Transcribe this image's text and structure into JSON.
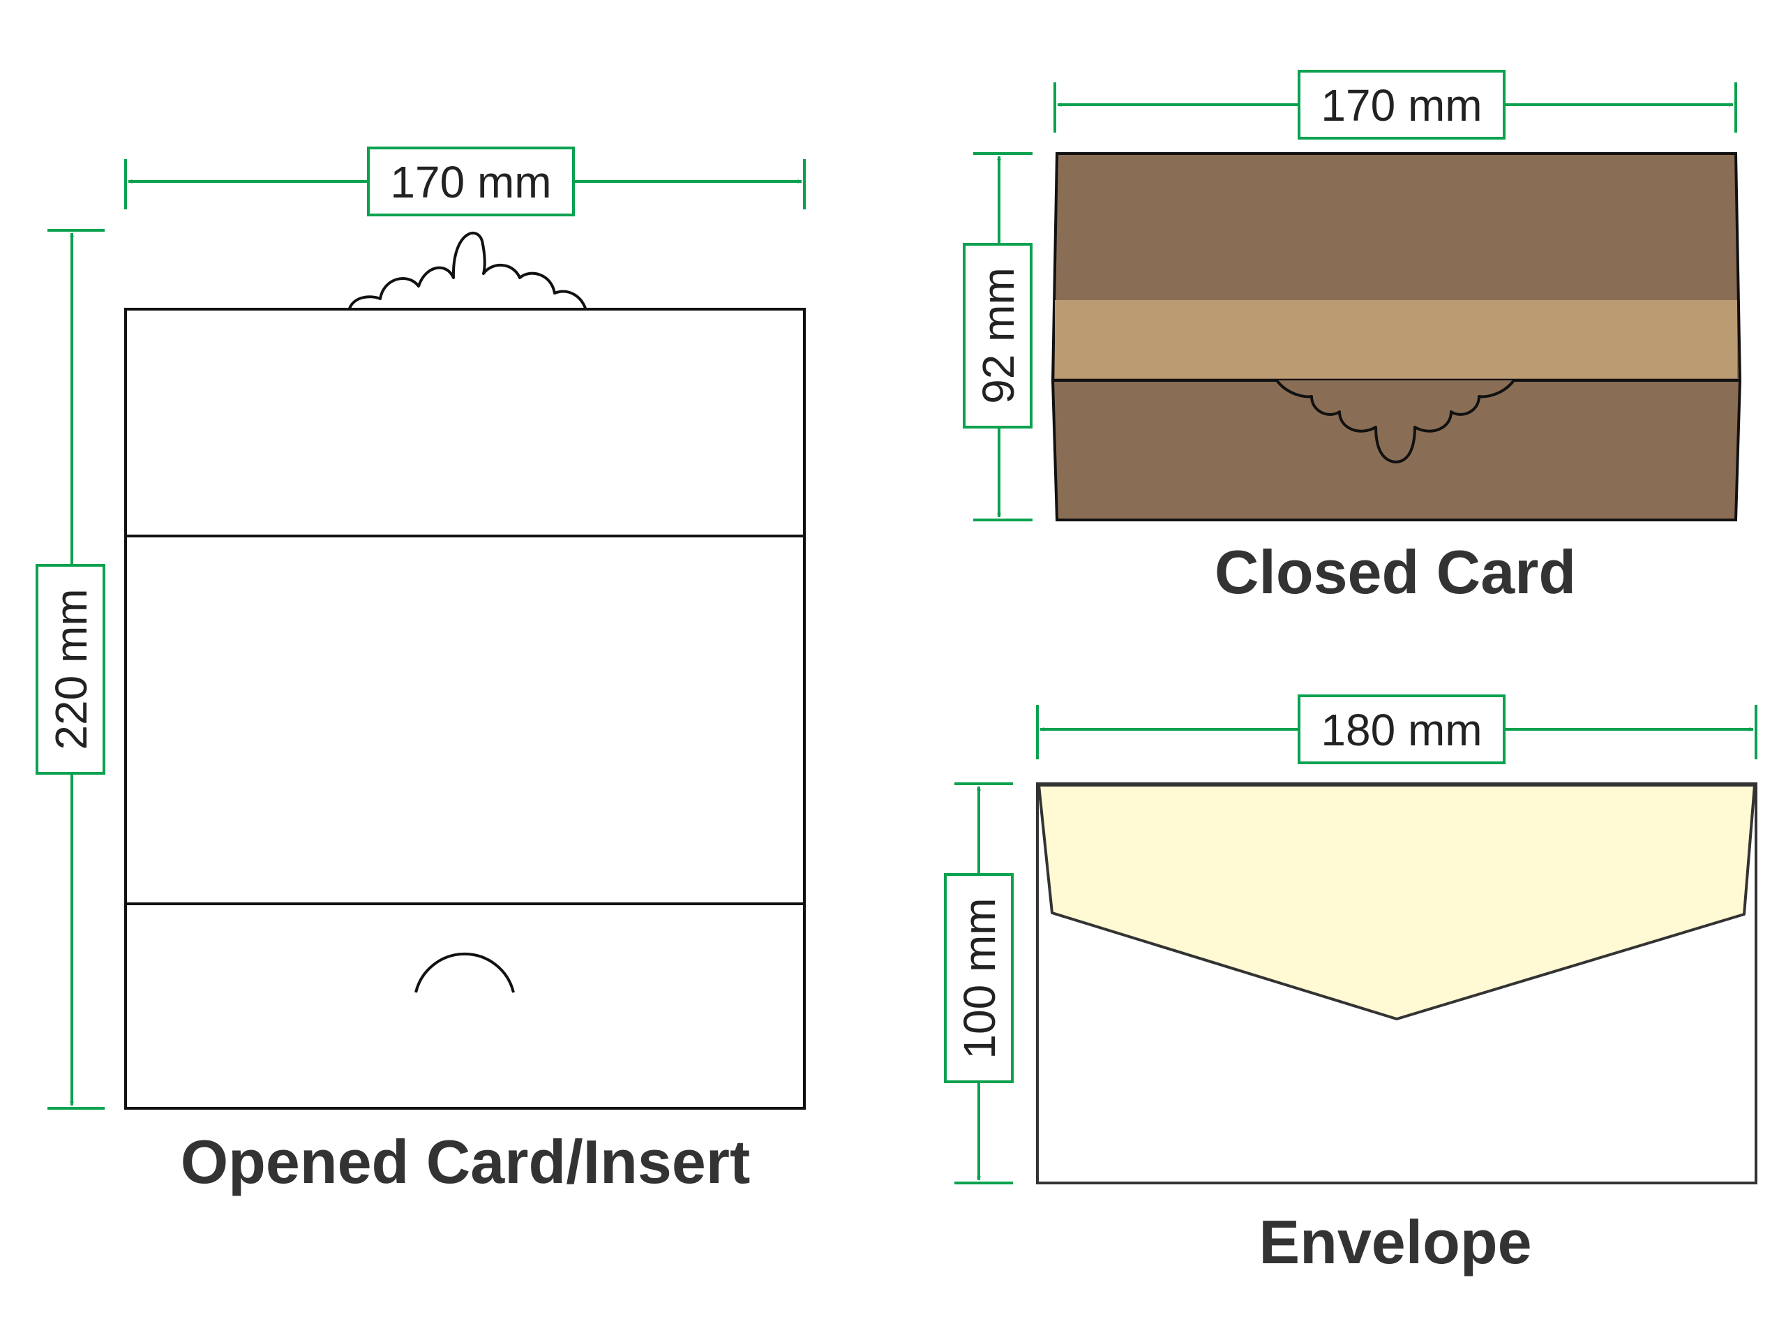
{
  "colors": {
    "dimension": "#0aa14f",
    "outline": "#111111",
    "card_brown": "#8a6d55",
    "card_band": "#bb9b71",
    "envelope_flap": "#fff9d4",
    "caption": "#333333"
  },
  "opened_card": {
    "caption": "Opened Card/Insert",
    "width_label": "170 mm",
    "height_label": "220 mm"
  },
  "closed_card": {
    "caption": "Closed Card",
    "width_label": "170 mm",
    "height_label": "92 mm"
  },
  "envelope": {
    "caption": "Envelope",
    "width_label": "180 mm",
    "height_label": "100 mm"
  }
}
